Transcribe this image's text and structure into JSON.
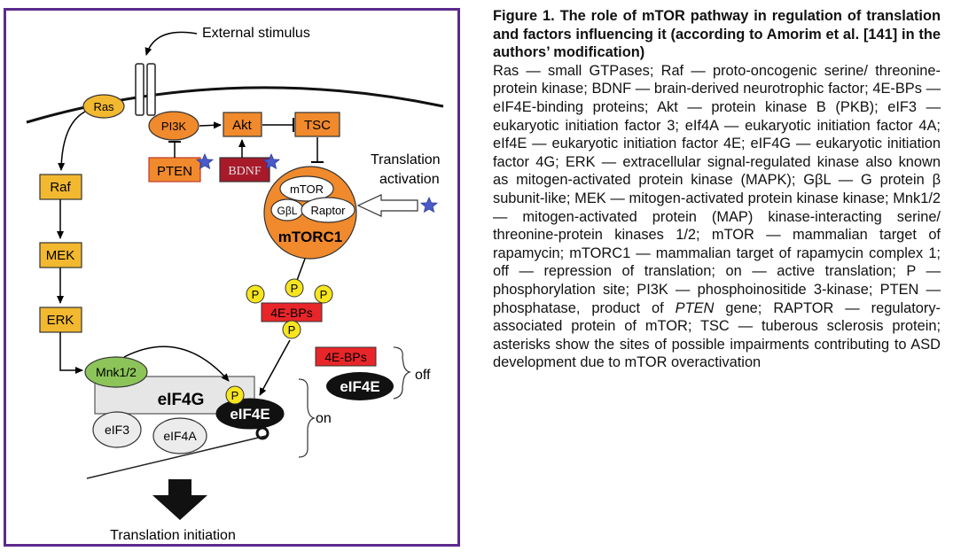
{
  "diagram": {
    "external_stimulus": "External stimulus",
    "translation_activation_1": "Translation",
    "translation_activation_2": "activation",
    "translation_initiation": "Translation initiation",
    "nodes": {
      "ras": "Ras",
      "pi3k": "PI3K",
      "akt": "Akt",
      "tsc": "TSC",
      "pten": "PTEN",
      "bdnf": "BDNF",
      "raf": "Raf",
      "mek": "MEK",
      "erk": "ERK",
      "mtor": "mTOR",
      "gbl": "GβL",
      "raptor": "Raptor",
      "mtorc1": "mTORC1",
      "fourebps": "4E-BPs",
      "fourebps_off": "4E-BPs",
      "eif4e_off": "eIF4E",
      "mnk": "Mnk1/2",
      "eif4g": "eIF4G",
      "eif4e": "eIF4E",
      "eif3": "eIF3",
      "eif4a": "eIF4A",
      "p": "P",
      "off": "off",
      "on": "on"
    },
    "colors": {
      "frame": "#5b2a8c",
      "orange": "#f08a2c",
      "yellow_box": "#f2b830",
      "red_box": "#e8262a",
      "bdnf_box": "#a8192a",
      "green": "#8cc45a",
      "yellow_circle": "#f7e51e",
      "star": "#4a5bc9",
      "gray_box": "#e6e6e6"
    }
  },
  "caption": {
    "title": "Figure 1. The role of mTOR pathway in regulation of translation and factors influencing it (according to Amorim et al. [141] in the authors’ modification)",
    "body_before_italic": "Ras — small GTPases; Raf — proto-oncogenic serine/ threonine-protein kinase; BDNF — brain-derived neurotrophic factor; 4E-BPs — eIF4E-binding proteins; Akt — protein kinase B (PKB); eIF3 — eukaryotic initiation factor 3; eIf4A — eukaryotic initiation factor 4A; eIf4E — eukaryotic initiation factor 4E; eIF4G — eukaryotic initiation factor 4G; ERK — extracellular signal-regulated kinase also known as mitogen-activated protein kinase (MAPK); GβL — G protein β subunit-like; MEK — mitogen-activated protein kinase kinase; Mnk1/2 — mitogen-activated protein (MAP) kinase-interacting serine/ threonine-protein kinases 1/2; mTOR — mammalian target of rapamycin; mTORC1 — mammalian target of rapamycin complex 1; off — repression of translation; on — active translation; P — phosphorylation site; PI3K — phosphoinositide 3-kinase; PTEN — phosphatase, product of ",
    "italic": "PTEN",
    "body_after_italic": " gene; RAPTOR — regulatory-associated protein of mTOR; TSC — tuberous sclerosis protein; asterisks show the sites of possible impairments contributing to ASD development due to mTOR overactivation"
  }
}
